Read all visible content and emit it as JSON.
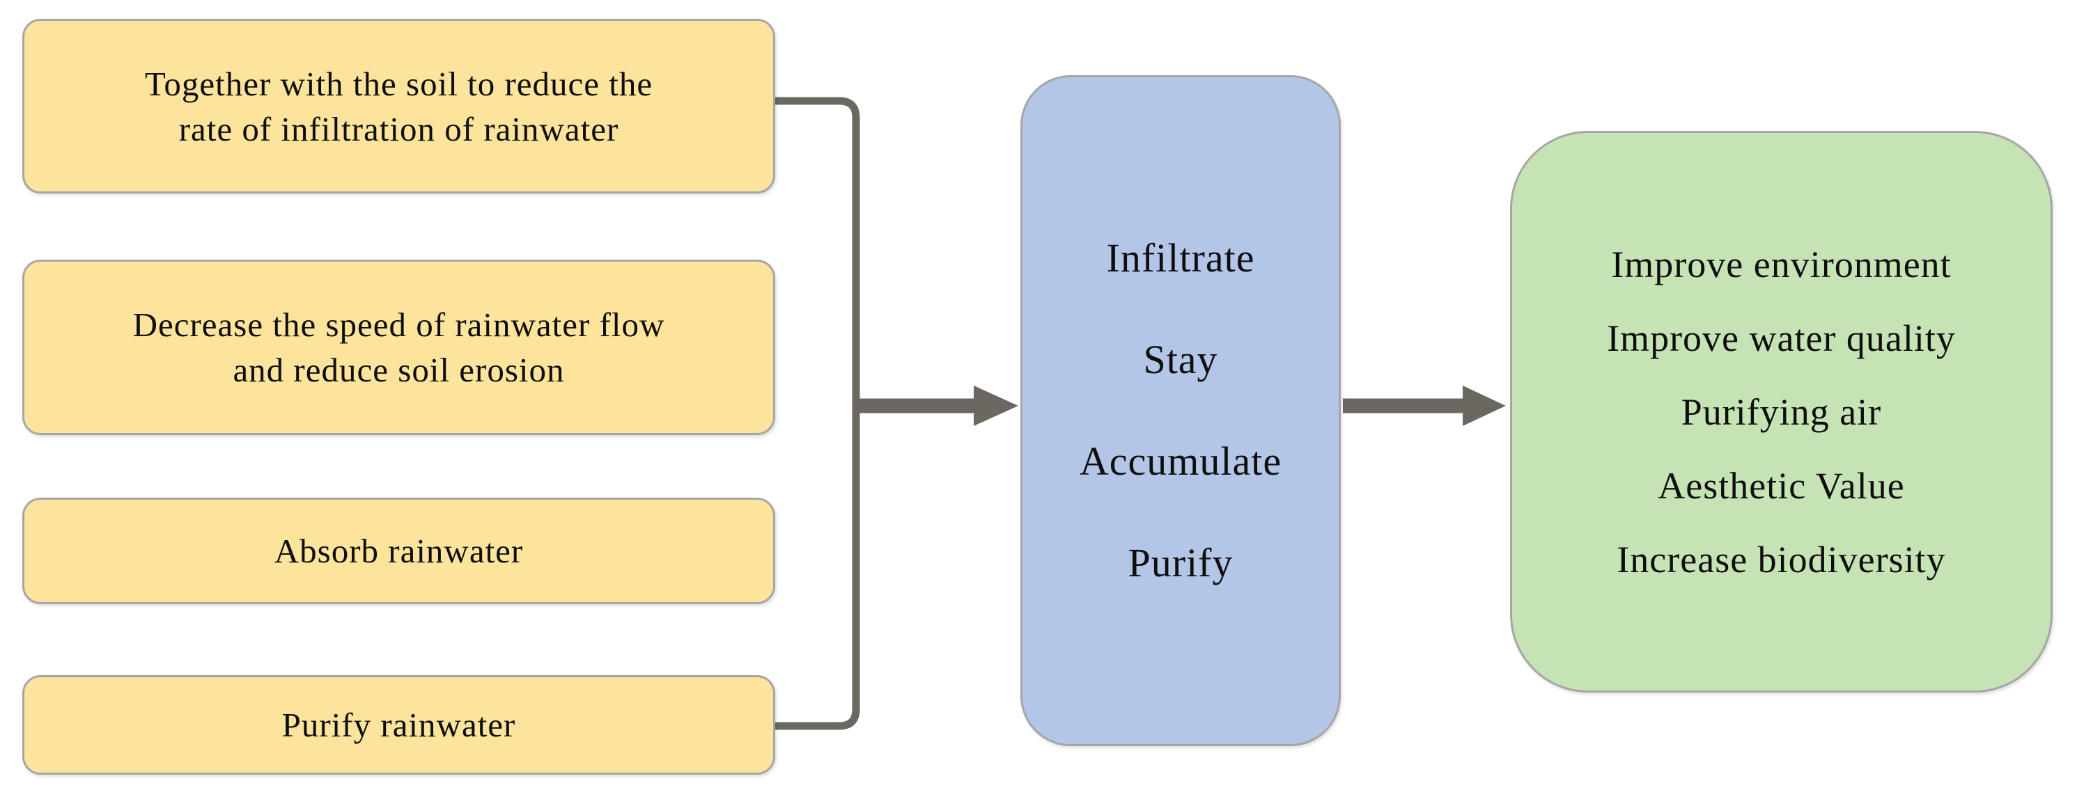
{
  "diagram": {
    "inputs": [
      {
        "lines": [
          "Together with the soil to reduce the",
          "rate of infiltration of rainwater"
        ]
      },
      {
        "lines": [
          "Decrease the speed of rainwater flow",
          "and reduce soil erosion"
        ]
      },
      {
        "lines": [
          "Absorb rainwater"
        ]
      },
      {
        "lines": [
          "Purify rainwater"
        ]
      },
      {
        "lines": [
          "",
          ""
        ]
      }
    ],
    "process": {
      "lines": [
        "Infiltrate",
        "Stay",
        "Accumulate",
        "Purify"
      ]
    },
    "benefits": {
      "lines": [
        "Improve environment",
        "Improve water quality",
        "Purifying air",
        "Aesthetic Value",
        "Increase biodiversity"
      ]
    },
    "connectors": {
      "bracket": "square-bracket joining input box 1 and input box 4",
      "arrow_inputs_to_process": "right-arrow",
      "arrow_process_to_benefits": "right-arrow"
    },
    "colors": {
      "input_fill": "#FCE49C",
      "process_fill": "#B4C6E7",
      "benefits_fill": "#C6E3B5",
      "box_border": "#A6A6A6",
      "connector": "#6B6862",
      "text": "#0E0E0E",
      "background": "#FFFFFF"
    }
  }
}
